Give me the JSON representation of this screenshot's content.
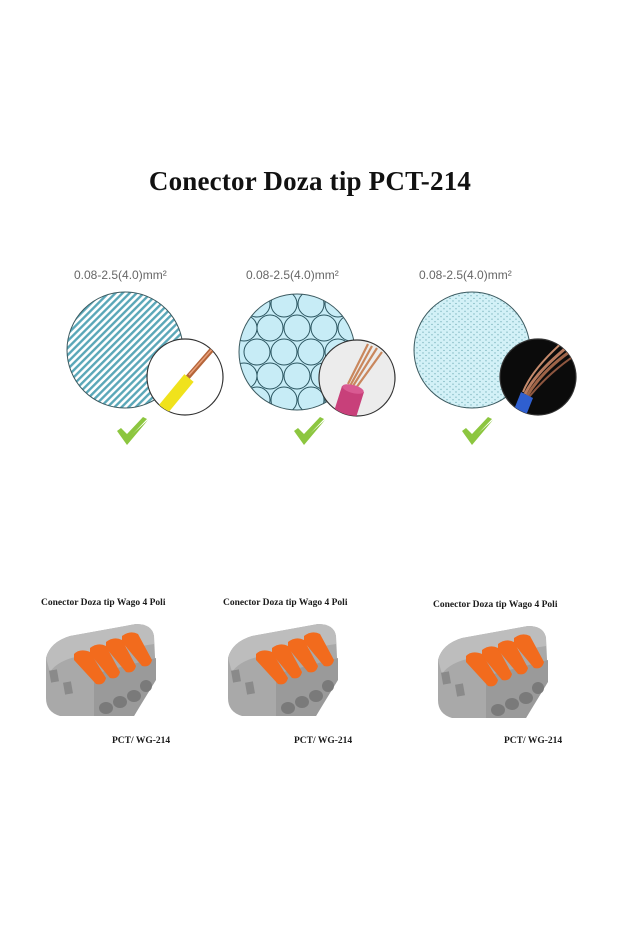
{
  "header": {
    "title": "Conector Doza tip PCT-214"
  },
  "wire_types": [
    {
      "spec": "0.08-2.5(4.0)mm²",
      "pattern": "solid-striped",
      "insulation_color": "#f2e31a",
      "inset_bg": "#ffffff",
      "check_icon": "checkmark-icon"
    },
    {
      "spec": "0.08-2.5(4.0)mm²",
      "pattern": "stranded-circles",
      "insulation_color": "#c8407a",
      "inset_bg": "#ececec",
      "check_icon": "checkmark-icon"
    },
    {
      "spec": "0.08-2.5(4.0)mm²",
      "pattern": "fine-stranded-mesh",
      "insulation_color": "#2f5fd0",
      "inset_bg": "#0c0c0c",
      "check_icon": "checkmark-icon"
    }
  ],
  "products": [
    {
      "name": "Conector Doza tip Wago 4 Poli",
      "code": "PCT/ WG-214"
    },
    {
      "name": "Conector Doza tip Wago 4 Poli",
      "code": "PCT/ WG-214"
    },
    {
      "name": "Conector Doza tip Wago 4 Poli",
      "code": "PCT/ WG-214"
    }
  ],
  "colors": {
    "pattern_fill": "#c9eef7",
    "pattern_line": "#2f6f7a",
    "check_green": "#8cc63f",
    "lever_orange": "#f26b1d",
    "housing_grey": "#a9a9a9"
  }
}
